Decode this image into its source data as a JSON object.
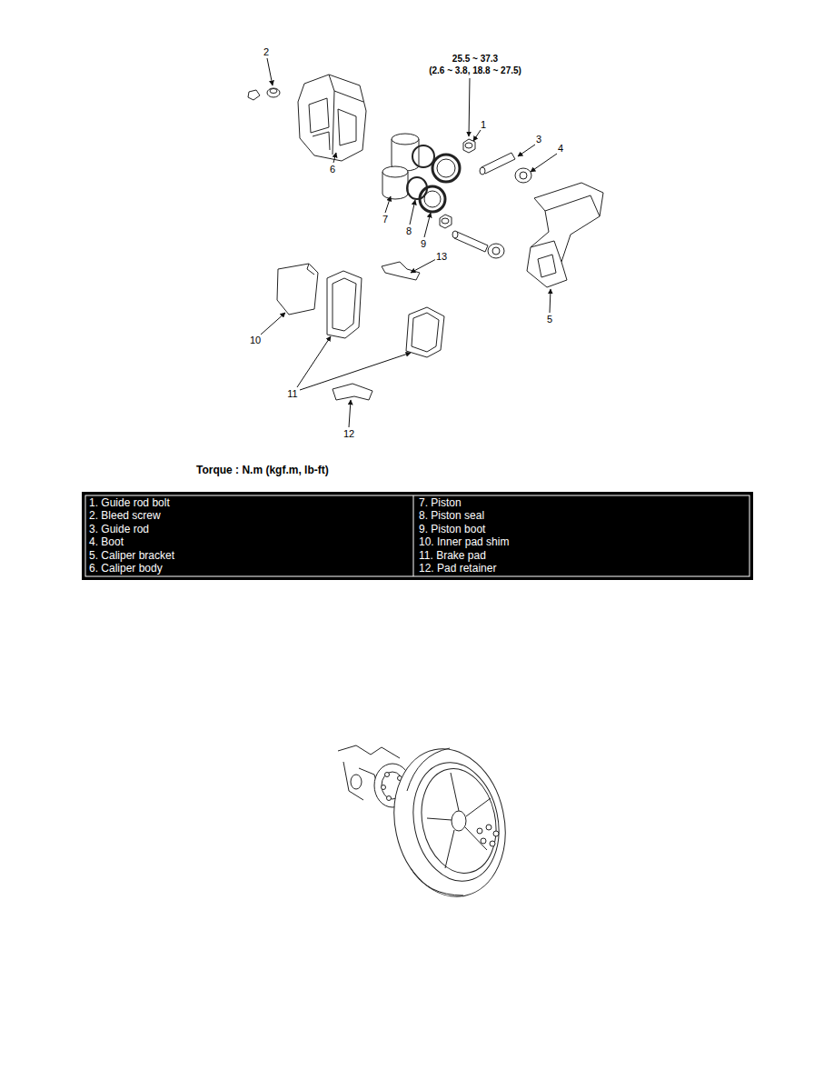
{
  "diagram": {
    "labels": [
      "2",
      "25.5 ~ 37.3",
      "(2.6 ~ 3.8, 18.8 ~ 27.5)",
      "1",
      "3",
      "4",
      "6",
      "7",
      "8",
      "9",
      "13",
      "5",
      "10",
      "11",
      "12",
      "Torque : N.m (kgf.m, lb-ft)",
      "1. Guide rod bolt",
      "7. Piston",
      "2. Bleed screw",
      "8. Piston seal",
      "3. Guide rod",
      "9. Piston boot",
      "4. Boot",
      "10. Inner pad shim",
      "5. Caliper bracket",
      "11. Brake pad",
      "6. Caliper body",
      "12. Pad retainer"
    ]
  }
}
